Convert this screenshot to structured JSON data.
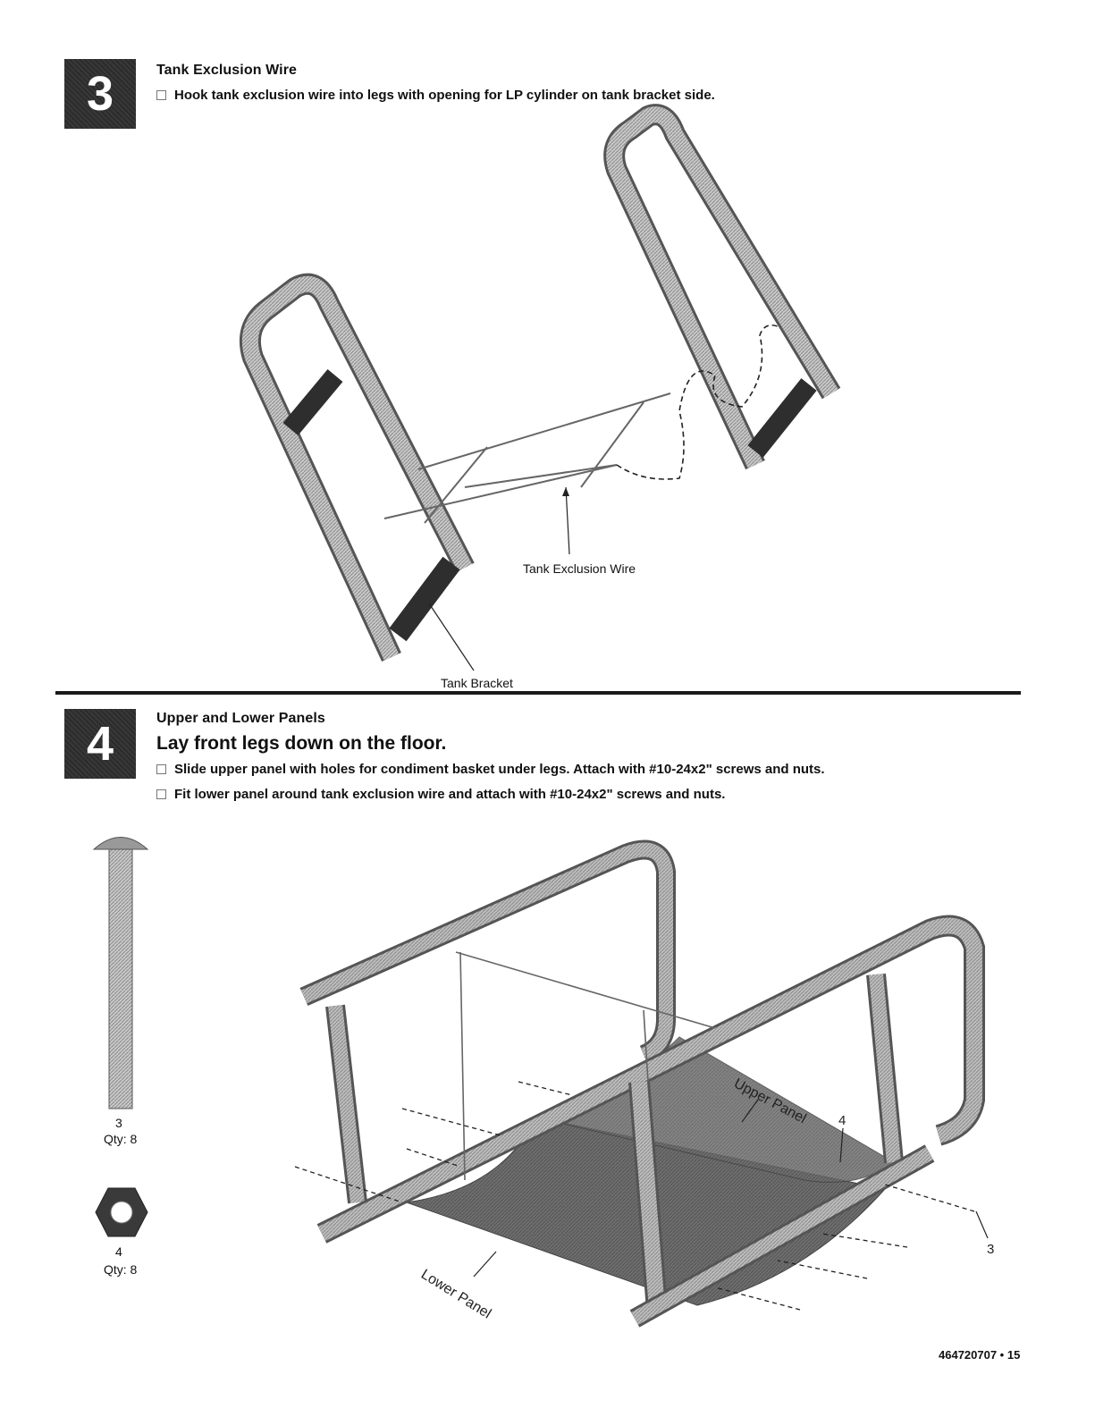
{
  "step3": {
    "number": "3",
    "title": "Tank Exclusion Wire",
    "instruction": "Hook tank exclusion wire into legs with opening for LP cylinder on tank bracket side.",
    "callouts": {
      "wire": "Tank Exclusion Wire",
      "bracket": "Tank Bracket"
    }
  },
  "step4": {
    "number": "4",
    "title": "Upper and Lower  Panels",
    "subtitle": "Lay front legs down on the floor.",
    "instructions": [
      "Slide upper panel with holes for condiment basket under legs. Attach with #10-24x2\" screws and nuts.",
      "Fit lower panel around tank exclusion wire and attach with #10-24x2\" screws and nuts."
    ],
    "parts": [
      {
        "number": "3",
        "qty": "Qty: 8",
        "icon": "screw-icon"
      },
      {
        "number": "4",
        "qty": "Qty: 8",
        "icon": "hex-nut-icon"
      }
    ],
    "callouts": {
      "upper_panel": "Upper Panel",
      "lower_panel": "Lower Panel",
      "ref4": "4",
      "ref3": "3"
    }
  },
  "footer": {
    "page_ref": "464720707 • 15"
  }
}
